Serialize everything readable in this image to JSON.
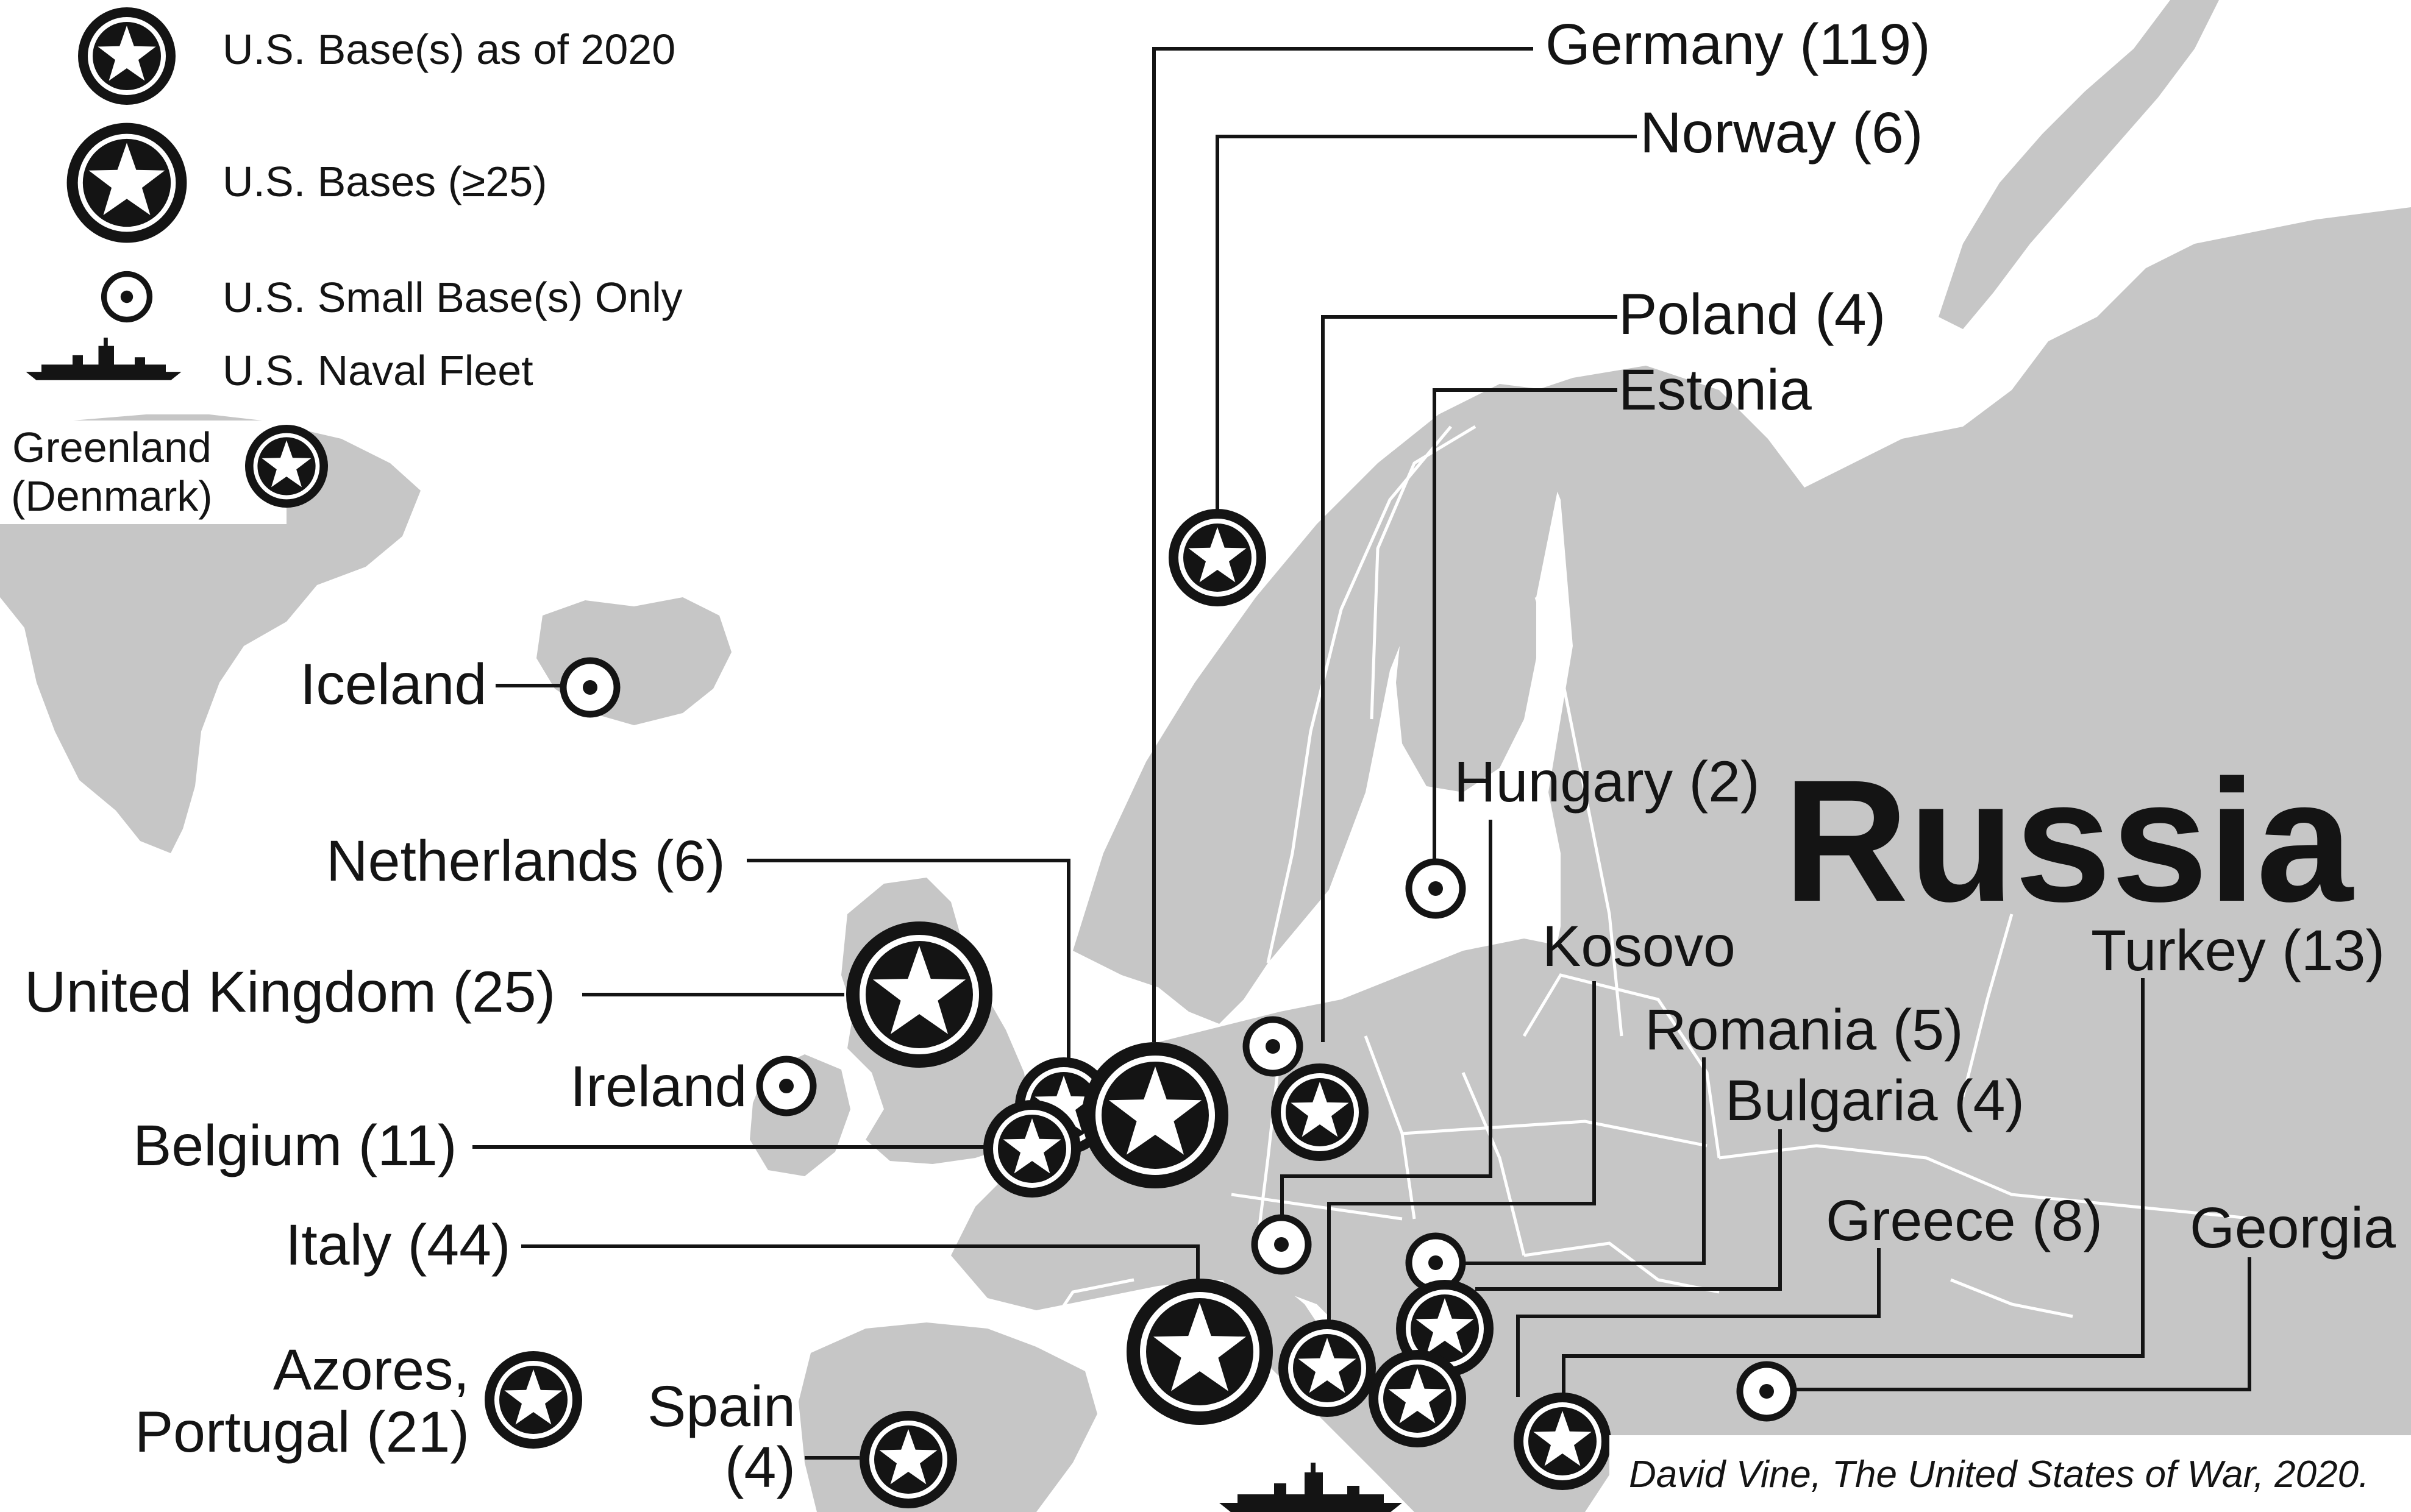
{
  "legend": {
    "items": [
      {
        "icon": "base-star-icon",
        "label": "U.S. Base(s)  as of 2020"
      },
      {
        "icon": "large-base-star-icon",
        "label": "U.S. Bases (≥25)"
      },
      {
        "icon": "small-base-dot-icon",
        "label": "U.S. Small Base(s) Only"
      },
      {
        "icon": "naval-fleet-ship-icon",
        "label": "U.S. Naval Fleet"
      }
    ]
  },
  "region_label": "Russia",
  "countries": {
    "greenland": {
      "line1": "Greenland",
      "line2": "(Denmark)",
      "marker": "base"
    },
    "iceland": {
      "name": "Iceland",
      "marker": "small"
    },
    "netherlands": {
      "name": "Netherlands (6)",
      "marker": "base"
    },
    "united_kingdom": {
      "name": "United Kingdom (25)",
      "marker": "large"
    },
    "ireland": {
      "name": "Ireland",
      "marker": "small"
    },
    "belgium": {
      "name": "Belgium (11)",
      "marker": "base"
    },
    "italy": {
      "name": "Italy (44)",
      "marker": "large"
    },
    "azores": {
      "line1": "Azores,",
      "line2": "Portugal (21)",
      "marker": "base"
    },
    "spain": {
      "line1": "Spain",
      "line2": "(4)",
      "marker": "base"
    },
    "germany": {
      "name": "Germany (119)",
      "marker": "large"
    },
    "norway": {
      "name": "Norway (6)",
      "marker": "base"
    },
    "poland": {
      "name": "Poland (4)",
      "marker": "base"
    },
    "estonia": {
      "name": "Estonia",
      "marker": "small"
    },
    "hungary": {
      "name": "Hungary (2)",
      "marker": "small"
    },
    "kosovo": {
      "name": "Kosovo",
      "marker": "base"
    },
    "romania": {
      "name": "Romania (5)",
      "marker": "small"
    },
    "bulgaria": {
      "name": "Bulgaria (4)",
      "marker": "base"
    },
    "greece": {
      "name": "Greece (8)",
      "marker": "base"
    },
    "turkey": {
      "name": "Turkey (13)",
      "marker": "base"
    },
    "georgia": {
      "name": "Georgia",
      "marker": "small"
    }
  },
  "credit": "David Vine, The United States of War, 2020."
}
